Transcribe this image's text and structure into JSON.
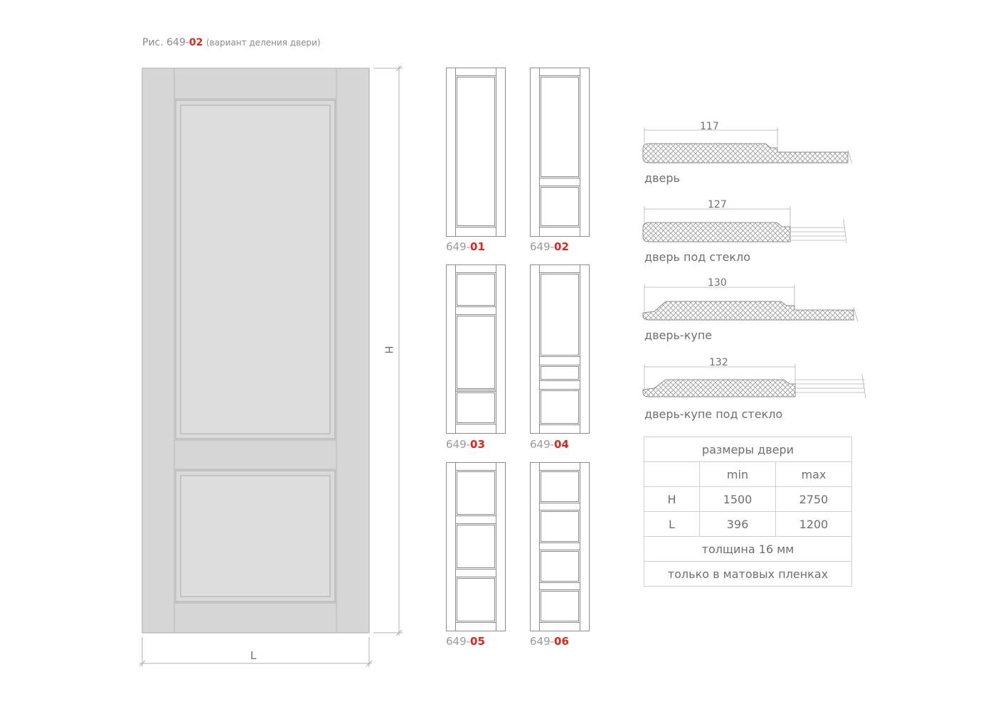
{
  "caption": {
    "prefix": "Рис. 649-",
    "code": "02",
    "note": "(вариант деления двери)"
  },
  "main_door": {
    "height_label": "H",
    "width_label": "L"
  },
  "variants": [
    {
      "prefix": "649-",
      "code": "01"
    },
    {
      "prefix": "649-",
      "code": "02"
    },
    {
      "prefix": "649-",
      "code": "03"
    },
    {
      "prefix": "649-",
      "code": "04"
    },
    {
      "prefix": "649-",
      "code": "05"
    },
    {
      "prefix": "649-",
      "code": "06"
    }
  ],
  "profiles": [
    {
      "dim": "117",
      "name": "дверь"
    },
    {
      "dim": "127",
      "name": "дверь под стекло"
    },
    {
      "dim": "130",
      "name": "дверь-купе"
    },
    {
      "dim": "132",
      "name": "дверь-купе под стекло"
    }
  ],
  "size_table": {
    "title": "размеры двери",
    "col_min": "min",
    "col_max": "max",
    "rows": [
      {
        "label": "H",
        "min": "1500",
        "max": "2750"
      },
      {
        "label": "L",
        "min": "396",
        "max": "1200"
      }
    ],
    "thickness": "толщина 16 мм",
    "note": "только в матовых пленках"
  },
  "colors": {
    "accent": "#e2231a",
    "door_fill": "#d6d6d6",
    "line": "#8c8c8c"
  }
}
